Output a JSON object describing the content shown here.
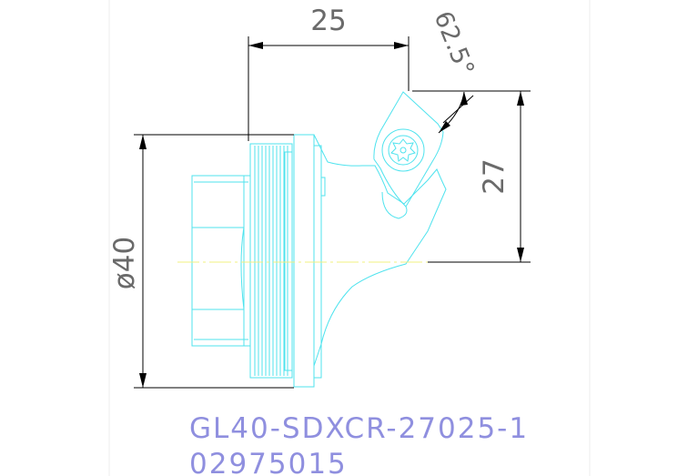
{
  "dimensions": {
    "top_width": "25",
    "angle": "62.5°",
    "height": "27",
    "diameter": "ø40"
  },
  "part": {
    "code": "GL40-SDXCR-27025-1",
    "number": "02975015"
  },
  "colors": {
    "part_lines": "#4fe3ee",
    "dimension_lines": "#000000",
    "dimension_text": "#6a6a6a",
    "center_line": "#f0f080",
    "label_text": "#8f8fdf"
  }
}
